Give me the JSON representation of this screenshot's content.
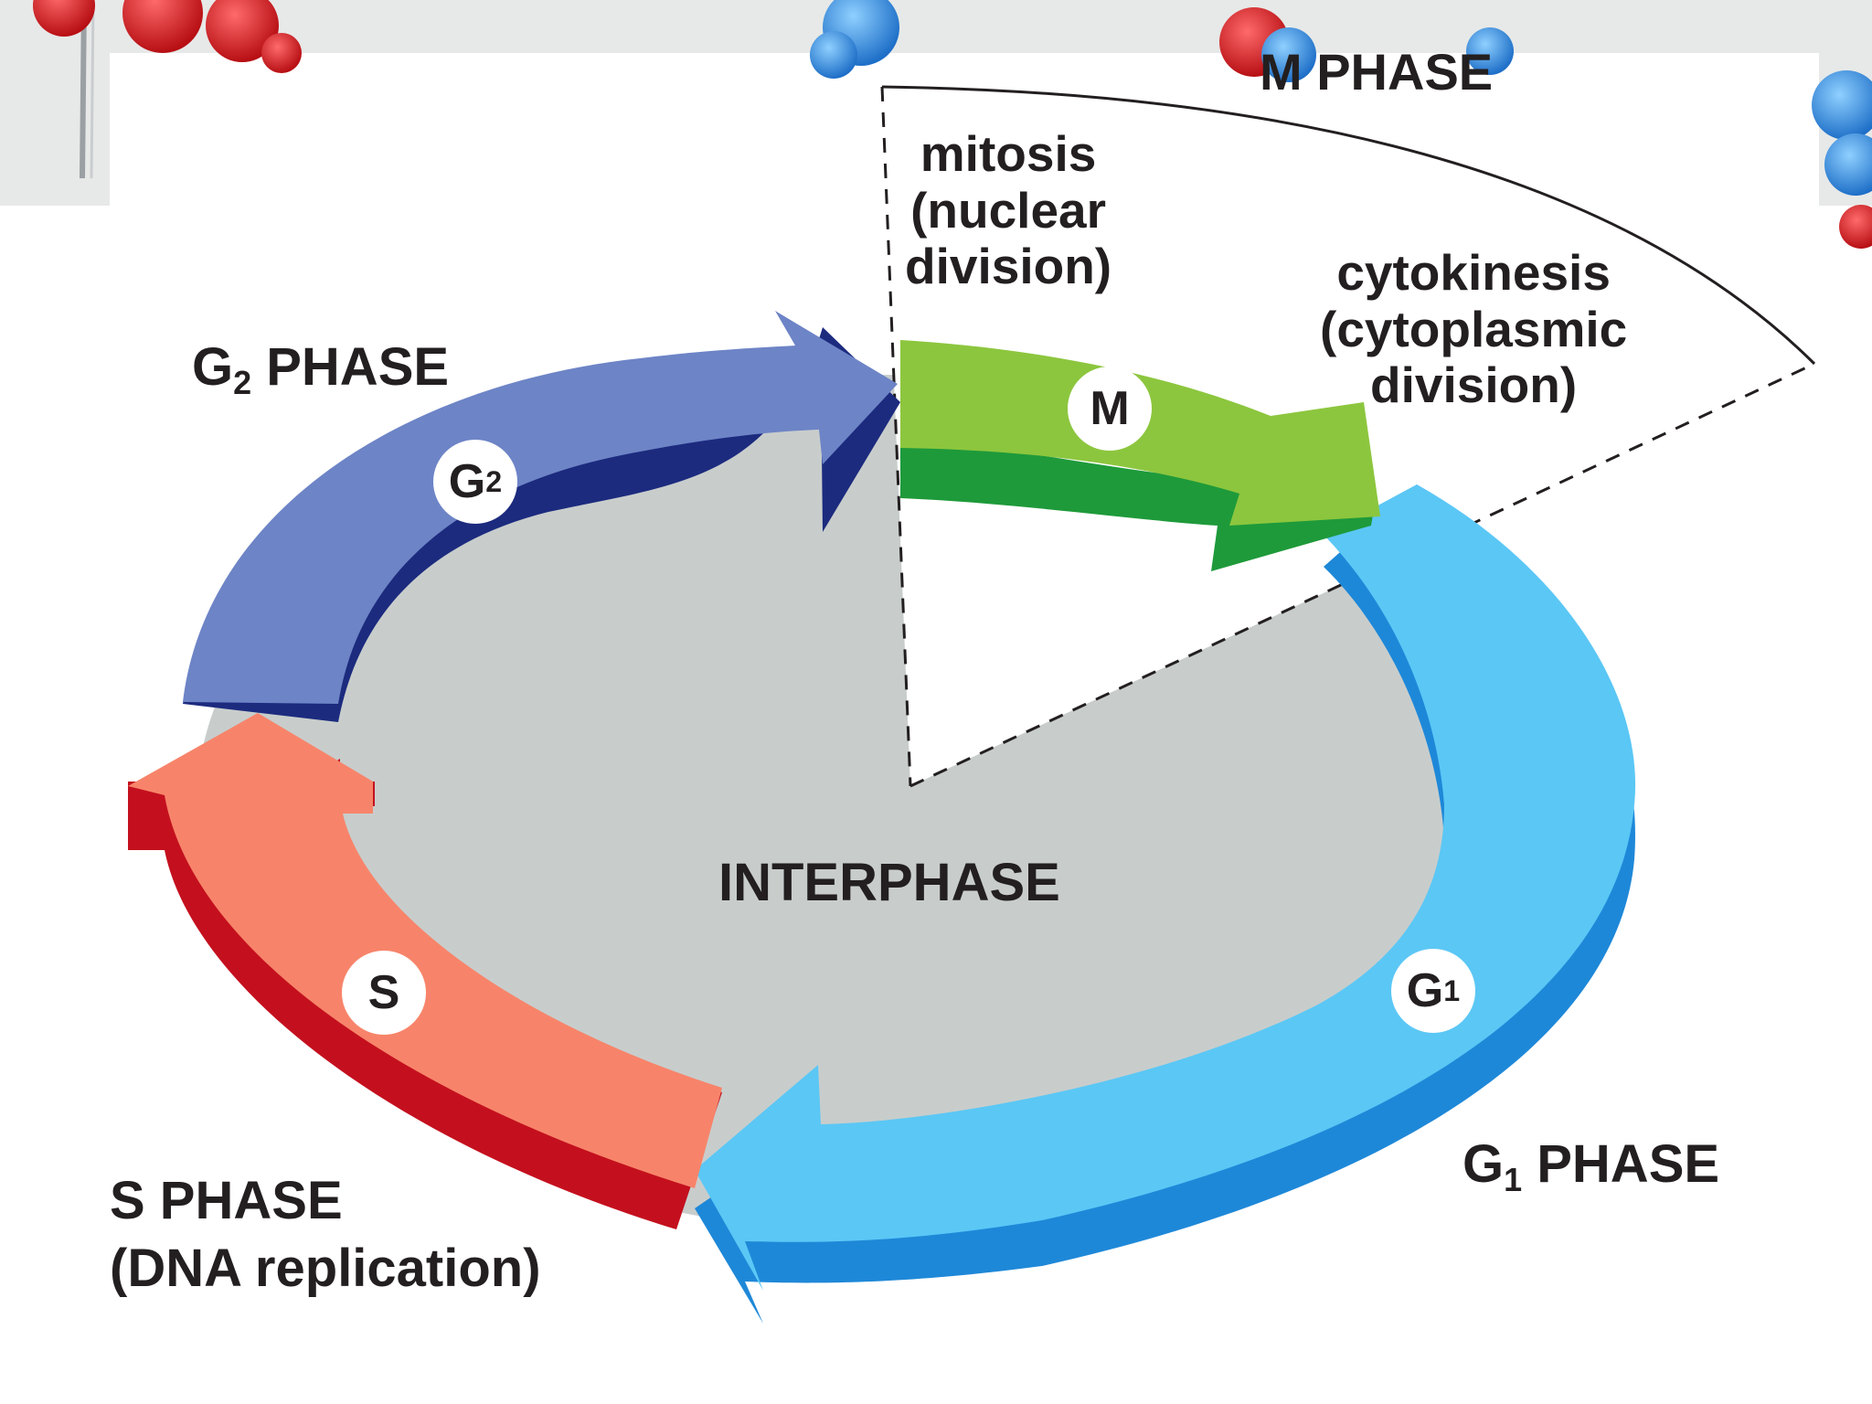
{
  "diagram": {
    "m_phase": {
      "title": "M PHASE",
      "badge": "M"
    },
    "mitosis": {
      "line1": "mitosis",
      "line2": "(nuclear",
      "line3": "division)"
    },
    "cytokinesis": {
      "line1": "cytokinesis",
      "line2": "(cytoplasmic",
      "line3": "division)"
    },
    "g2_phase": {
      "title_main": "G",
      "title_sub": "2",
      "title_rest": " PHASE",
      "badge_main": "G",
      "badge_sub": "2"
    },
    "s_phase": {
      "title": "S PHASE",
      "subtitle": "(DNA replication)",
      "badge": "S"
    },
    "g1_phase": {
      "title_main": "G",
      "title_sub": "1",
      "title_rest": " PHASE",
      "badge_main": "G",
      "badge_sub": "1"
    },
    "interphase": {
      "label": "INTERPHASE"
    }
  },
  "colors": {
    "interphase_fill": "#c8cdcc",
    "m_top": "#8cc63e",
    "m_side": "#1e9a3a",
    "g1_top": "#5bc7f5",
    "g1_side": "#1e88d8",
    "g2_top": "#6d84c6",
    "g2_side": "#1c2b7e",
    "s_top": "#f7846a",
    "s_side": "#c4101e"
  }
}
